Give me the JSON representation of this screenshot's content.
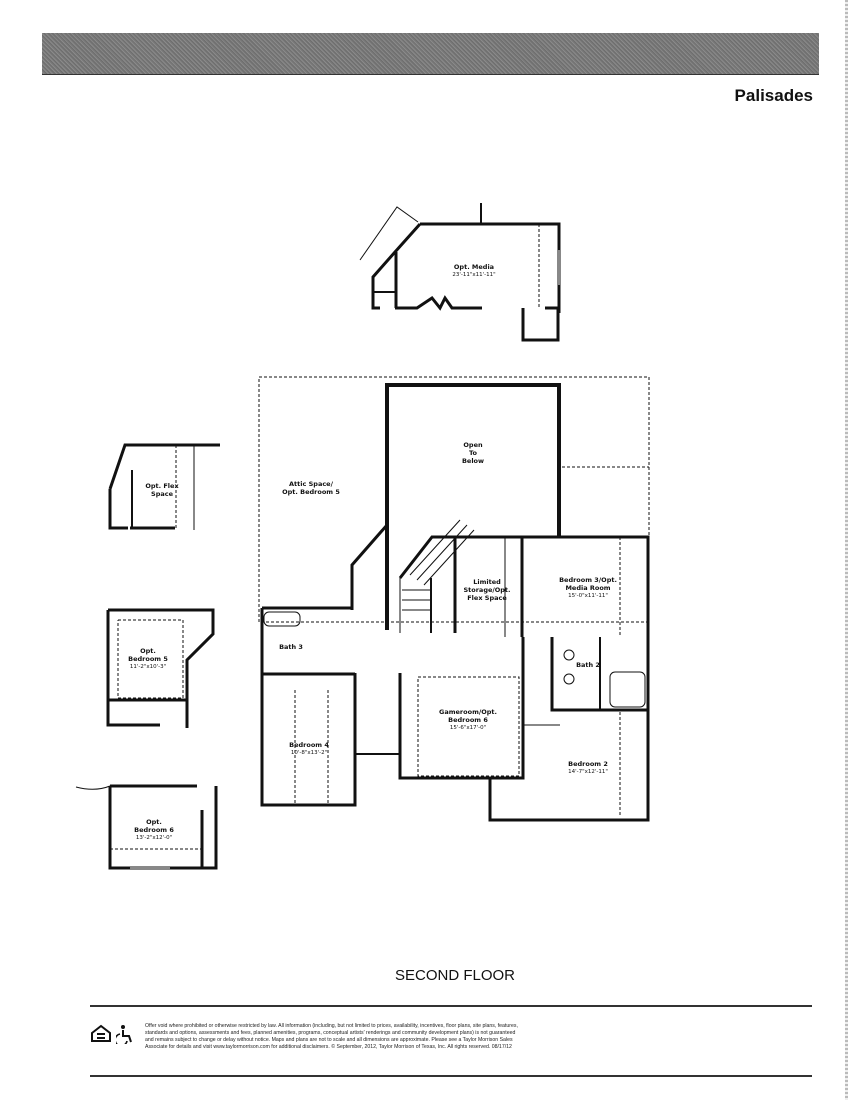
{
  "header": {
    "plan_name": "Palisades"
  },
  "main_plan": {
    "rooms": [
      {
        "name": "Open\nTo\nBelow",
        "dims": ""
      },
      {
        "name": "Attic Space/\nOpt. Bedroom 5",
        "dims": ""
      },
      {
        "name": "Limited\nStorage/Opt.\nFlex Space",
        "dims": ""
      },
      {
        "name": "Bedroom 3/Opt.\nMedia Room",
        "dims": "15'-0\"x11'-11\""
      },
      {
        "name": "Bath 3",
        "dims": ""
      },
      {
        "name": "Bath 2",
        "dims": ""
      },
      {
        "name": "Gameroom/Opt.\nBedroom 6",
        "dims": "15'-6\"x17'-0\""
      },
      {
        "name": "Bedroom 4",
        "dims": "10'-8\"x13'-2\""
      },
      {
        "name": "Bedroom 2",
        "dims": "14'-7\"x12'-11\""
      }
    ]
  },
  "option_plans": [
    {
      "name": "Opt. Media",
      "dims": "23'-11\"x11'-11\""
    },
    {
      "name": "Opt. Flex\nSpace",
      "dims": ""
    },
    {
      "name": "Opt.\nBedroom 5",
      "dims": "11'-2\"x10'-3\""
    },
    {
      "name": "Opt.\nBedroom 6",
      "dims": "13'-2\"x12'-0\""
    }
  ],
  "floor_label": "SECOND FLOOR",
  "footer": {
    "icons": [
      "equal-housing-icon",
      "accessibility-icon"
    ],
    "disclaimer": "Offer void where prohibited or otherwise restricted by law. All information (including, but not limited to prices, availability, incentives, floor plans, site plans, features, standards and options, assessments and fees, planned amenities, programs, conceptual artists' renderings and community development plans) is not guaranteed and remains subject to change or delay without notice. Maps and plans are not to scale and all dimensions are approximate. Please see a Taylor Morrison Sales Associate for details and visit www.taylormorrison.com for additional disclaimers. © September, 2012, Taylor Morrison of Texas, Inc. All rights reserved. 08/17/12"
  }
}
